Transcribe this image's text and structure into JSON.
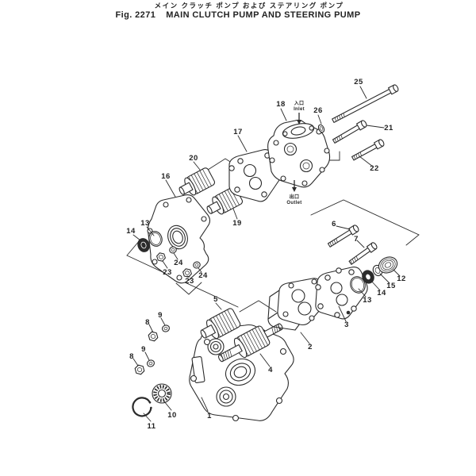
{
  "title": {
    "japanese": "メイン クラッチ ポンプ および ステアリング ポンプ",
    "fig_label": "Fig. 2271",
    "english": "MAIN CLUTCH PUMP AND STEERING PUMP"
  },
  "annotations": {
    "inlet_jp": "入口",
    "inlet_en": "Inlet",
    "outlet_jp": "出口",
    "outlet_en": "Outlet"
  },
  "colors": {
    "ink": "#2b2b2b",
    "background": "#ffffff"
  },
  "part_labels": [
    {
      "num": "16"
    },
    {
      "num": "20"
    },
    {
      "num": "17"
    },
    {
      "num": "18"
    },
    {
      "num": "26"
    },
    {
      "num": "25"
    },
    {
      "num": "21"
    },
    {
      "num": "22"
    },
    {
      "num": "19"
    },
    {
      "num": "13"
    },
    {
      "num": "14"
    },
    {
      "num": "23"
    },
    {
      "num": "24"
    },
    {
      "num": "23"
    },
    {
      "num": "24"
    },
    {
      "num": "5"
    },
    {
      "num": "4"
    },
    {
      "num": "2"
    },
    {
      "num": "3"
    },
    {
      "num": "13"
    },
    {
      "num": "14"
    },
    {
      "num": "15"
    },
    {
      "num": "12"
    },
    {
      "num": "6"
    },
    {
      "num": "7"
    },
    {
      "num": "8"
    },
    {
      "num": "9"
    },
    {
      "num": "8"
    },
    {
      "num": "9"
    },
    {
      "num": "1"
    },
    {
      "num": "10"
    },
    {
      "num": "11"
    }
  ]
}
